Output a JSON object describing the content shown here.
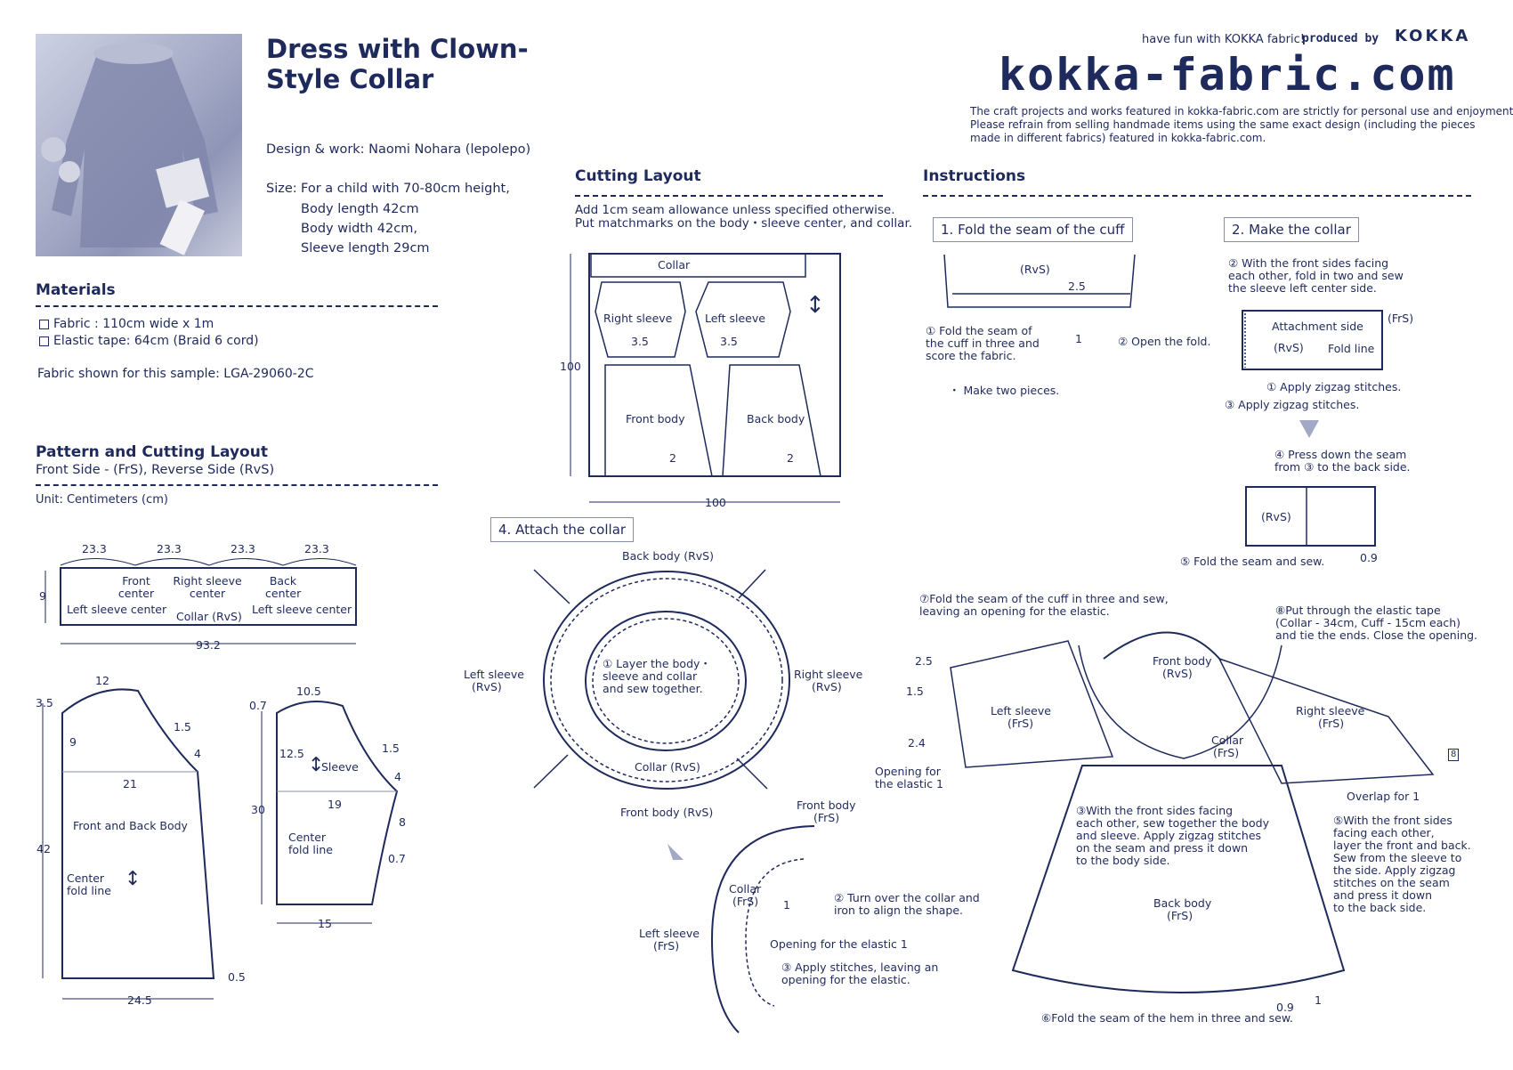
{
  "header": {
    "title": "Dress with Clown-Style Collar",
    "tagline": "have fun with KOKKA fabric!",
    "produced_by": "produced by",
    "brand": "KOKKA",
    "logo": "kokka-fabric.com",
    "notice": [
      "The craft projects and works featured in kokka-fabric.com are strictly for personal use and enjoyment.",
      "Please refrain from selling handmade items using the same exact design (including the pieces",
      "made in different fabrics) featured in kokka-fabric.com."
    ]
  },
  "info": {
    "design": "Design & work: Naomi Nohara (lepolepo)",
    "size_label": "Size:",
    "size": [
      "For a child with 70-80cm height,",
      "Body length 42cm",
      "Body width 42cm,",
      "Sleeve length 29cm"
    ]
  },
  "materials": {
    "heading": "Materials",
    "items": [
      "Fabric : 110cm wide x 1m",
      "Elastic tape: 64cm (Braid 6 cord)"
    ],
    "fabric_sample": "Fabric shown for this sample: LGA-29060-2C"
  },
  "pattern": {
    "heading": "Pattern and Cutting Layout",
    "sides": "Front Side - (FrS), Reverse Side (RvS)",
    "unit": "Unit: Centimeters (cm)",
    "collar": {
      "segments": [
        "23.3",
        "23.3",
        "23.3",
        "23.3"
      ],
      "height": "9",
      "total": "93.2",
      "labels": [
        "Front center",
        "Right sleeve center",
        "Back center"
      ],
      "left_label": "Left sleeve center",
      "right_label": "Left sleeve center",
      "name": "Collar (RvS)"
    },
    "body": {
      "top": "12",
      "shoulder_drop": "3.5",
      "armhole_depth": "9",
      "armhole_a": "1.5",
      "armhole_b": "4",
      "width_at_armhole": "21",
      "length": "42",
      "name": "Front and Back Body",
      "fold": "Center fold line",
      "hem_rise": "0.5",
      "bottom": "24.5"
    },
    "sleeve": {
      "top": "10.5",
      "cap": "0.7",
      "cap_height": "12.5",
      "a": "1.5",
      "b": "4",
      "width": "19",
      "length": "30",
      "name": "Sleeve",
      "fold": "Center fold line",
      "side": "8",
      "side_b": "0.7",
      "bottom": "15"
    }
  },
  "cutting_layout": {
    "heading": "Cutting Layout",
    "notes": [
      "Add 1cm seam allowance unless specified otherwise.",
      "Put matchmarks on the body・sleeve center, and collar."
    ],
    "pieces": [
      "Collar",
      "Right sleeve",
      "Left sleeve",
      "Front body",
      "Back body"
    ],
    "sleeve_vals": [
      "3.5",
      "3.5"
    ],
    "body_vals": [
      "2",
      "2"
    ],
    "height": "100",
    "width": "100"
  },
  "instructions": {
    "heading": "Instructions",
    "step1": {
      "title": "1. Fold the seam of the cuff",
      "rvs": "(RvS)",
      "val": "2.5",
      "val2": "1",
      "note_a": [
        "① Fold the seam of",
        "the cuff in three and",
        "score the fabric."
      ],
      "note_b": "② Open the fold.",
      "bullet": "・ Make two pieces."
    },
    "step2": {
      "title": "2. Make the collar",
      "intro": [
        "② With the front sides facing",
        "each other, fold in two and sew",
        "the sleeve left center side."
      ],
      "attachment": "Attachment side",
      "frs": "(FrS)",
      "rvs": "(RvS)",
      "fold": "Fold line",
      "zig1": "① Apply zigzag stitches.",
      "zig3": "③ Apply zigzag stitches.",
      "press": [
        "④ Press down the seam",
        "from ③ to the back side."
      ],
      "rvs2": "(RvS)",
      "fold_sew": "⑤ Fold the seam and sew.",
      "val": "0.9"
    },
    "step4": {
      "title": "4. Attach the collar",
      "back": "Back body (RvS)",
      "left": [
        "Left sleeve",
        "(RvS)"
      ],
      "right": [
        "Right sleeve",
        "(RvS)"
      ],
      "layer": [
        "① Layer the body・",
        "sleeve and collar",
        "and sew together."
      ],
      "collar": "Collar (RvS)",
      "front_rvs": "Front body (RvS)",
      "front_frs": [
        "Front body",
        "(FrS)"
      ],
      "collar_frs": [
        "Collar",
        "(FrS)"
      ],
      "one": "1",
      "turn": [
        "② Turn over the collar and",
        "iron to align the shape."
      ],
      "left_frs": [
        "Left sleeve",
        "(FrS)"
      ],
      "opening": "Opening for the elastic 1",
      "apply": [
        "③ Apply stitches, leaving an",
        "opening for the elastic."
      ]
    },
    "dress": {
      "n7": [
        "⑦Fold the seam of the cuff in three and sew,",
        "leaving an opening for the elastic."
      ],
      "n8": [
        "⑧Put through the elastic tape",
        "(Collar - 34cm, Cuff - 15cm each)",
        "and tie the ends. Close the opening."
      ],
      "v25": "2.5",
      "v15": "1.5",
      "v24": "2.4",
      "left_sleeve": [
        "Left sleeve",
        "(FrS)"
      ],
      "opening": [
        "Opening for",
        "the elastic 1"
      ],
      "front_body": [
        "Front body",
        "(RvS)"
      ],
      "collar": [
        "Collar",
        "(FrS)"
      ],
      "right_sleeve": [
        "Right sleeve",
        "(FrS)"
      ],
      "eight": "8",
      "overlap": "Overlap for 1",
      "n3": [
        "③With the front sides facing",
        "each other, sew together the body",
        "and sleeve. Apply zigzag stitches",
        "on the seam and press it down",
        "to the body side."
      ],
      "n5": [
        "⑤With the front sides",
        "facing each other,",
        "layer the front and back.",
        "Sew from the sleeve to",
        "the side. Apply zigzag",
        "stitches on the seam",
        "and press it down",
        "to the back side."
      ],
      "back_body": [
        "Back body",
        "(FrS)"
      ],
      "v09": "0.9",
      "v1": "1",
      "n6": "⑥Fold the seam of the hem in three and sew."
    }
  },
  "colors": {
    "ink": "#1f2a5c",
    "light": "#8a8fa8"
  }
}
